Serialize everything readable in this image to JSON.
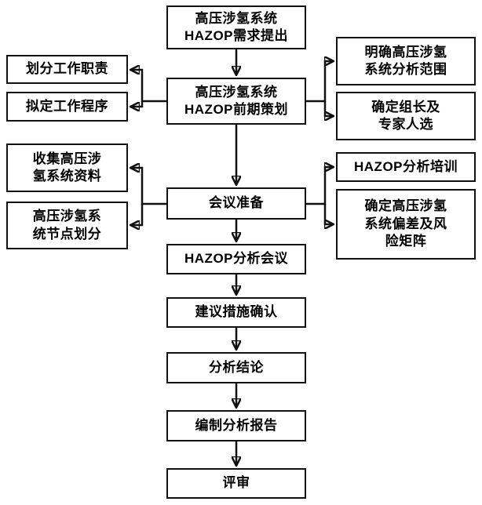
{
  "nodes": {
    "requirement": {
      "label": "高压涉氢系统\nHAZOP需求提出"
    },
    "preplanning": {
      "label": "高压涉氢系统\nHAZOP前期策划"
    },
    "meeting_prep": {
      "label": "会议准备"
    },
    "hazop_meeting": {
      "label": "HAZOP分析会议"
    },
    "measures_confirm": {
      "label": "建议措施确认"
    },
    "conclusion": {
      "label": "分析结论"
    },
    "report": {
      "label": "编制分析报告"
    },
    "review": {
      "label": "评审"
    },
    "duties": {
      "label": "划分工作职责"
    },
    "procedures": {
      "label": "拟定工作程序"
    },
    "collect_data": {
      "label": "收集高压涉\n氢系统资料"
    },
    "node_division": {
      "label": "高压涉氢系\n统节点划分"
    },
    "scope": {
      "label": "明确高压涉氢\n系统分析范围"
    },
    "leader_experts": {
      "label": "确定组长及\n专家人选"
    },
    "training": {
      "label": "HAZOP分析培训"
    },
    "deviation_matrix": {
      "label": "确定高压涉氢\n系统偏差及风\n险矩阵"
    }
  },
  "colors": {
    "line": "#111111",
    "box_border": "#111111",
    "box_background": "#ffffff",
    "text": "#000000"
  }
}
